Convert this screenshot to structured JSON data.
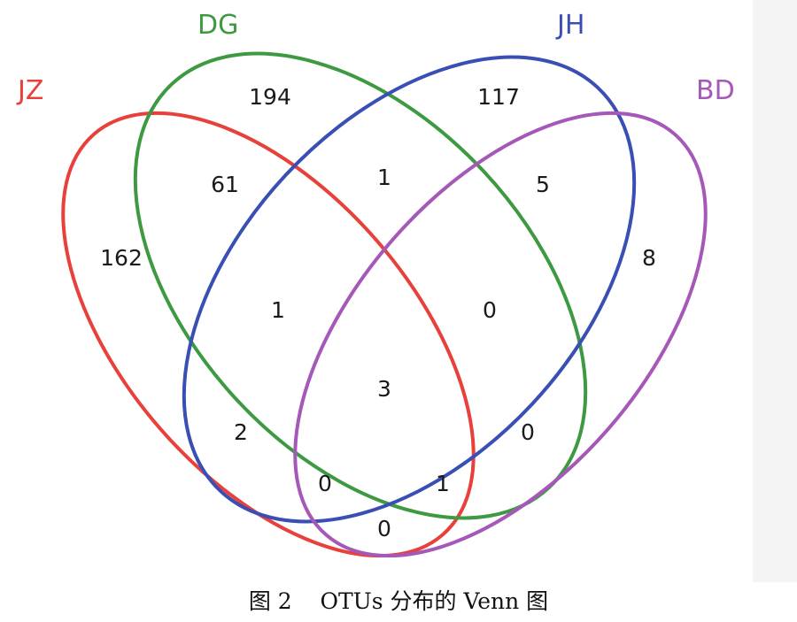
{
  "sets": [
    {
      "name": "JZ",
      "color": "#e8403a"
    },
    {
      "name": "DG",
      "color": "#3e9a41"
    },
    {
      "name": "JH",
      "color": "#3a4fb4"
    },
    {
      "name": "BD",
      "color": "#a658b8"
    }
  ],
  "regions": {
    "jz_only": "162",
    "dg_only": "194",
    "jh_only": "117",
    "bd_only": "8",
    "jz_dg": "61",
    "dg_jh": "1",
    "jh_bd": "5",
    "jz_dg_jh": "1",
    "dg_jh_bd": "0",
    "all": "3",
    "jz_jh": "2",
    "dg_bd": "0",
    "jz_jh_bd": "0",
    "jz_dg_bd": "1",
    "jz_bd": "0"
  },
  "caption": {
    "figure": "图 2",
    "text": "OTUs 分布的 Venn 图"
  }
}
